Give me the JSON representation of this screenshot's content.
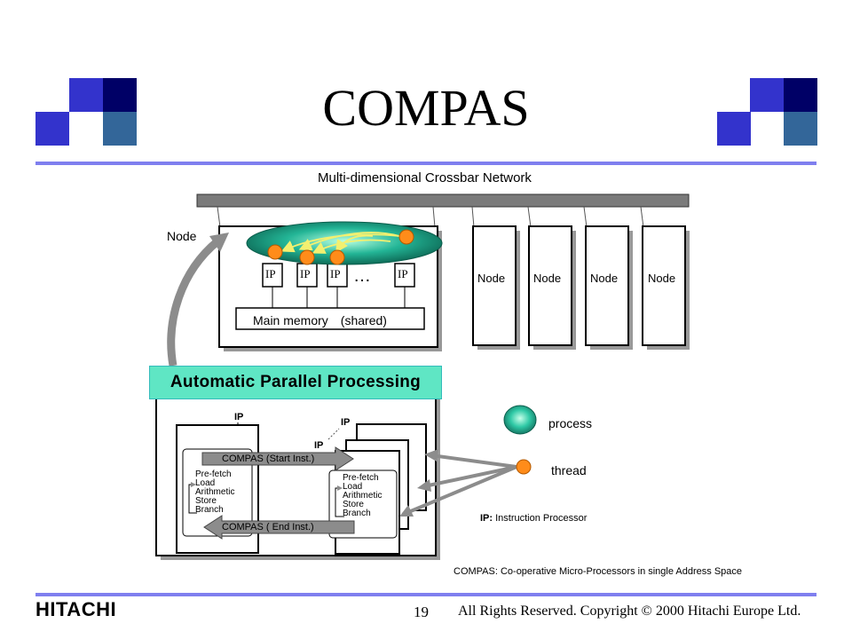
{
  "slide": {
    "title": "COMPAS",
    "page_number": "19",
    "copyright": "All Rights Reserved. Copyright © 2000 Hitachi Europe Ltd.",
    "logo_text": "HITACHI"
  },
  "colors": {
    "accent_blue": "#3333cc",
    "navy": "#000066",
    "steel_blue": "#336699",
    "divider": "#7f7fef",
    "process_teal": "#2ab99a",
    "thread_orange": "#ff9933",
    "banner_teal": "#5fe6c4"
  },
  "network": {
    "label": "Multi-dimensional Crossbar Network"
  },
  "node_main": {
    "label": "Node",
    "ip_labels": [
      "IP",
      "IP",
      "IP",
      "IP"
    ],
    "ellipsis": "…",
    "memory_label": "Main memory　(shared)"
  },
  "nodes": [
    "Node",
    "Node",
    "Node",
    "Node"
  ],
  "banner": "Automatic Parallel Processing",
  "detail": {
    "ip_left": "IP",
    "ip_right_top": "IP",
    "ip_right_mid": "IP",
    "compas_start": "COMPAS (Start Inst.)",
    "compas_end": "COMPAS ( End Inst.)",
    "ops_left": [
      "Pre-fetch",
      "Load",
      "Arithmetic",
      "Store",
      "Branch"
    ],
    "ops_right": [
      "Pre-fetch",
      "Load",
      "Arithmetic",
      "Store",
      "Branch"
    ]
  },
  "legend": {
    "process": "process",
    "thread": "thread",
    "ip_def_bold": "IP:",
    "ip_def_rest": " Instruction Processor",
    "compas_def": "COMPAS: Co-operative Micro-Processors in single Address Space"
  }
}
